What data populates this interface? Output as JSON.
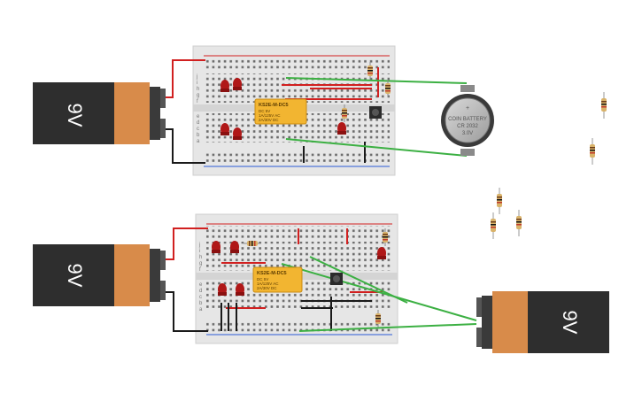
{
  "batteries": [
    {
      "id": "battery-top-left",
      "label": "9V"
    },
    {
      "id": "battery-bottom-left",
      "label": "9V"
    },
    {
      "id": "battery-right",
      "label": "9V"
    }
  ],
  "relays": [
    {
      "id": "relay-top",
      "model": "KS2E-M-DC5",
      "line1": "DC 5V",
      "line2": "1A/125V AC",
      "line3": "2A/30V DC"
    },
    {
      "id": "relay-bottom",
      "model": "KS2E-M-DC5",
      "line1": "DC 5V",
      "line2": "1A/125V AC",
      "line3": "2A/30V DC"
    }
  ],
  "coin_battery": {
    "line1": "COIN BATTERY",
    "line2": "CR 2032",
    "line3": "3.0V",
    "plus": "+"
  },
  "breadboard": {
    "row_labels_upper": [
      "j",
      "i",
      "h",
      "g",
      "f"
    ],
    "row_labels_lower": [
      "e",
      "d",
      "c",
      "b",
      "a"
    ]
  },
  "colors": {
    "battery_body": "#2e2e2e",
    "battery_cap": "#d88b4a",
    "breadboard": "#e6e6e6",
    "wire_red": "#d12020",
    "wire_black": "#1a1a1a",
    "wire_green": "#3cb043",
    "led_red": "#b01818",
    "relay": "#f2b531"
  }
}
